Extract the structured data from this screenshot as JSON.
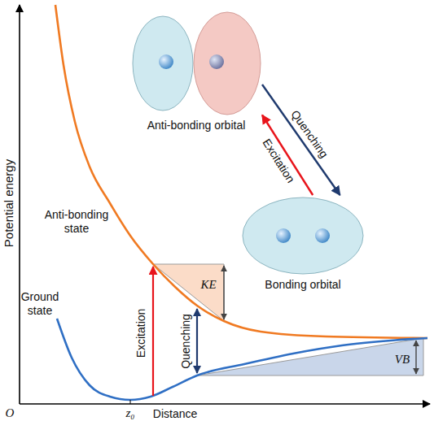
{
  "diagram": {
    "nodes": [
      {
        "text": [
          "Anti-bonding orbital"
        ]
      },
      {
        "text": [
          "Bonding orbital"
        ]
      }
    ],
    "edges": [
      {
        "from": 1,
        "to": 0,
        "arrow": "to",
        "label": "Excitation"
      },
      {
        "from": 0,
        "to": 1,
        "arrow": "to",
        "label": "Quenching"
      }
    ],
    "labels": [
      "Potential energy",
      "Distance",
      "O",
      "z₀",
      "Anti-bonding state",
      "Ground state",
      "Excitation",
      "Quenching",
      "KE",
      "VB"
    ]
  }
}
